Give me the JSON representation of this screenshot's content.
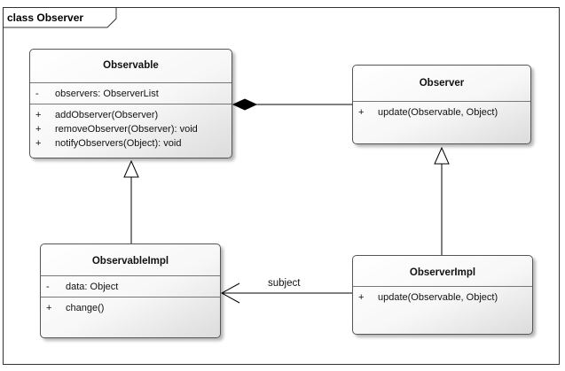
{
  "frame": {
    "title": "class Observer"
  },
  "classes": {
    "observable": {
      "name": "Observable",
      "attributes": [
        {
          "vis": "-",
          "text": "observers: ObserverList"
        }
      ],
      "operations": [
        {
          "vis": "+",
          "text": "addObserver(Observer)"
        },
        {
          "vis": "+",
          "text": "removeObserver(Observer): void"
        },
        {
          "vis": "+",
          "text": "notifyObservers(Object): void"
        }
      ]
    },
    "observer": {
      "name": "Observer",
      "operations": [
        {
          "vis": "+",
          "text": "update(Observable, Object)"
        }
      ]
    },
    "observable_impl": {
      "name": "ObservableImpl",
      "attributes": [
        {
          "vis": "-",
          "text": "data: Object"
        }
      ],
      "operations": [
        {
          "vis": "+",
          "text": "change()"
        }
      ]
    },
    "observer_impl": {
      "name": "ObserverImpl",
      "operations": [
        {
          "vis": "+",
          "text": "update(Observable, Object)"
        }
      ]
    }
  },
  "relations": {
    "association_label": "subject"
  }
}
